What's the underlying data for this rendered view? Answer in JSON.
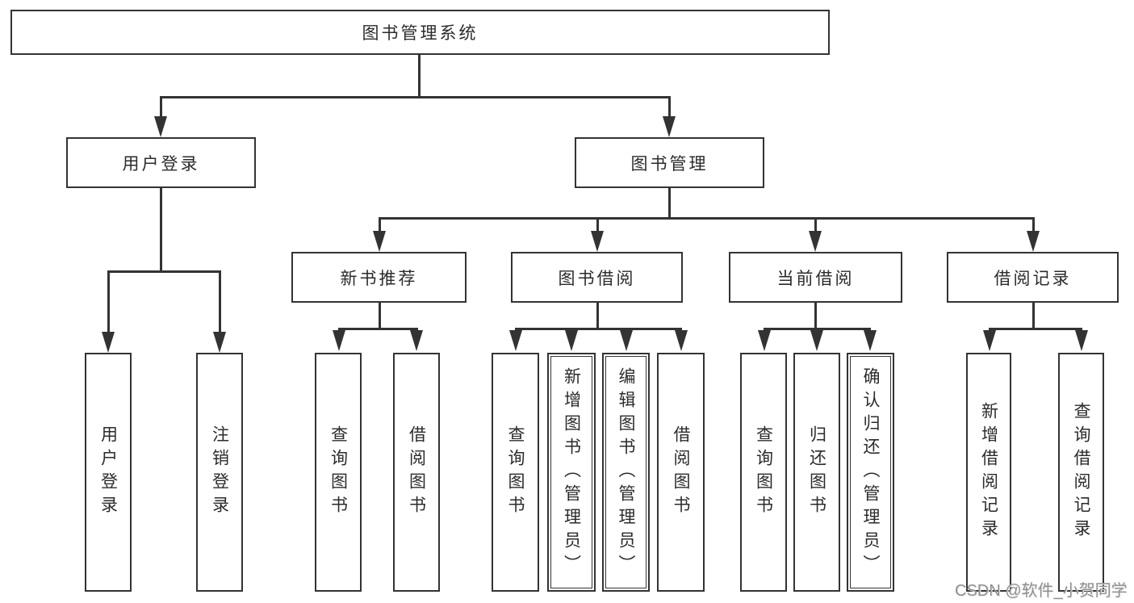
{
  "diagram": {
    "root": {
      "label": "图书管理系统"
    },
    "branches": [
      {
        "label": "用户登录",
        "children": [
          {
            "label": "用户登录"
          },
          {
            "label": "注销登录"
          }
        ]
      },
      {
        "label": "图书管理",
        "children": [
          {
            "label": "新书推荐",
            "children": [
              {
                "label": "查询图书"
              },
              {
                "label": "借阅图书"
              }
            ]
          },
          {
            "label": "图书借阅",
            "children": [
              {
                "label": "查询图书"
              },
              {
                "label": "新增图书（管理员）"
              },
              {
                "label": "编辑图书（管理员）"
              },
              {
                "label": "借阅图书"
              }
            ]
          },
          {
            "label": "当前借阅",
            "children": [
              {
                "label": "查询图书"
              },
              {
                "label": "归还图书"
              },
              {
                "label": "确认归还（管理员）"
              }
            ]
          },
          {
            "label": "借阅记录",
            "children": [
              {
                "label": "新增借阅记录"
              },
              {
                "label": "查询借阅记录"
              }
            ]
          }
        ]
      }
    ]
  },
  "watermark": {
    "text": "CSDN @软件_小贺同学"
  },
  "colors": {
    "line": "#333333",
    "box_border": "#333333",
    "box_fill": "#ffffff",
    "text": "#2b2b2b",
    "watermark": "#8f8f8f"
  }
}
